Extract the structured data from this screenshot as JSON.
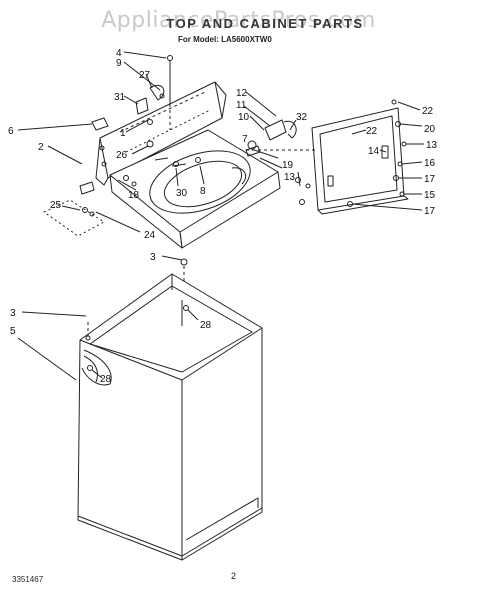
{
  "watermark": "AppliancePartsPros.com",
  "title": "TOP AND CABINET PARTS",
  "subtitle": "For Model: LA5600XTW0",
  "doc_number": "3351467",
  "page_number": "2",
  "callouts": {
    "c4": "4",
    "c9": "9",
    "c27": "27",
    "c31": "31",
    "c6": "6",
    "c1": "1",
    "c2": "2",
    "c26": "26",
    "c25": "25",
    "c18": "18",
    "c30": "30",
    "c8": "8",
    "c24": "24",
    "c12": "12",
    "c11": "11",
    "c10": "10",
    "c32": "32",
    "c7": "7",
    "c19": "19",
    "c13a": "13",
    "c22a": "22",
    "c22b": "22",
    "c20": "20",
    "c14": "14",
    "c13b": "13",
    "c16": "16",
    "c17a": "17",
    "c15": "15",
    "c17b": "17",
    "c3a": "3",
    "c28a": "28",
    "c3b": "3",
    "c5": "5",
    "c28b": "28"
  }
}
